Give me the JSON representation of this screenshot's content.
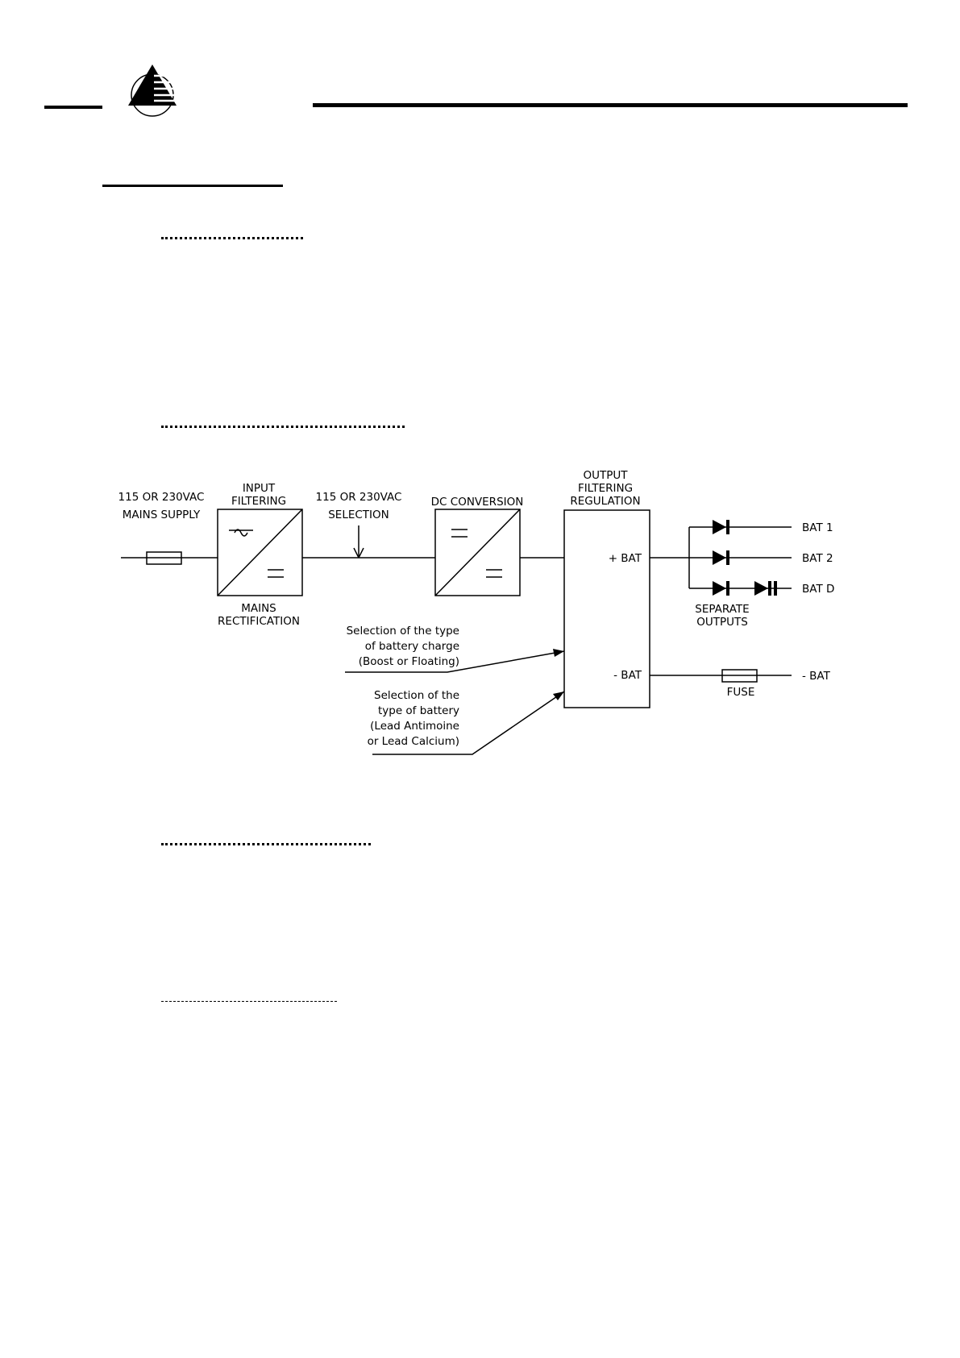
{
  "colors": {
    "ink": "#000000",
    "paper": "#ffffff"
  },
  "header": {
    "logo_icon": "pyramid-logo-icon"
  },
  "diagram": {
    "input": {
      "line1": "115 OR 230VAC",
      "line2": "MAINS SUPPLY"
    },
    "input_filtering": {
      "line1": "INPUT",
      "line2": "FILTERING"
    },
    "mains_rectification": {
      "line1": "MAINS",
      "line2": "RECTIFICATION"
    },
    "selection": {
      "line1": "115 OR 230VAC",
      "line2": "SELECTION"
    },
    "dc_conversion": {
      "label": "DC CONVERSION"
    },
    "output_block": {
      "line1": "OUTPUT",
      "line2": "FILTERING",
      "line3": "REGULATION",
      "plus_bat": "+ BAT",
      "minus_bat": "- BAT"
    },
    "outputs": {
      "bat1": "BAT 1",
      "bat2": "BAT 2",
      "batd": "BAT D",
      "separate1": "SEPARATE",
      "separate2": "OUTPUTS"
    },
    "fuse": {
      "label": "FUSE",
      "minus_bat": "- BAT"
    },
    "charge_note": [
      "Selection of the type",
      "of battery charge",
      "(Boost or Floating)"
    ],
    "battery_note": [
      "Selection of the",
      "type of battery",
      "(Lead Antimoine",
      "or Lead Calcium)"
    ]
  }
}
